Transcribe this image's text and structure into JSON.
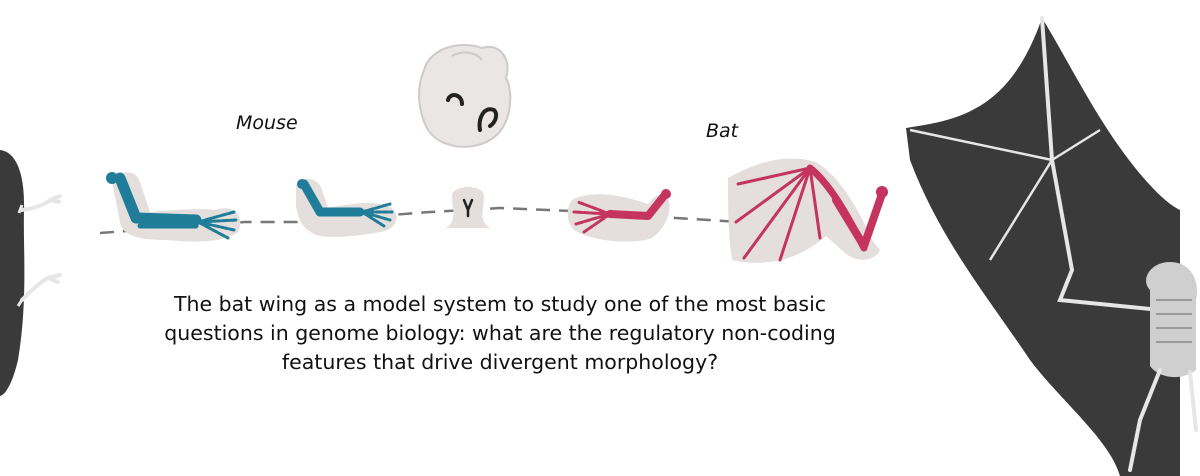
{
  "labels": {
    "mouse": "Mouse",
    "bat": "Bat"
  },
  "caption": {
    "line1": "The bat wing as a model system to study one of the most basic",
    "line2": "questions in genome biology: what are the regulatory non-coding",
    "line3": "features that drive divergent morphology?"
  },
  "colors": {
    "mouse_limb": "#1f7d99",
    "bat_limb": "#c4345f",
    "tissue": "#e4dedd",
    "silhouette": "#3a3a3a",
    "skeleton": "#e6e6e6",
    "dashed_line": "#777777"
  }
}
